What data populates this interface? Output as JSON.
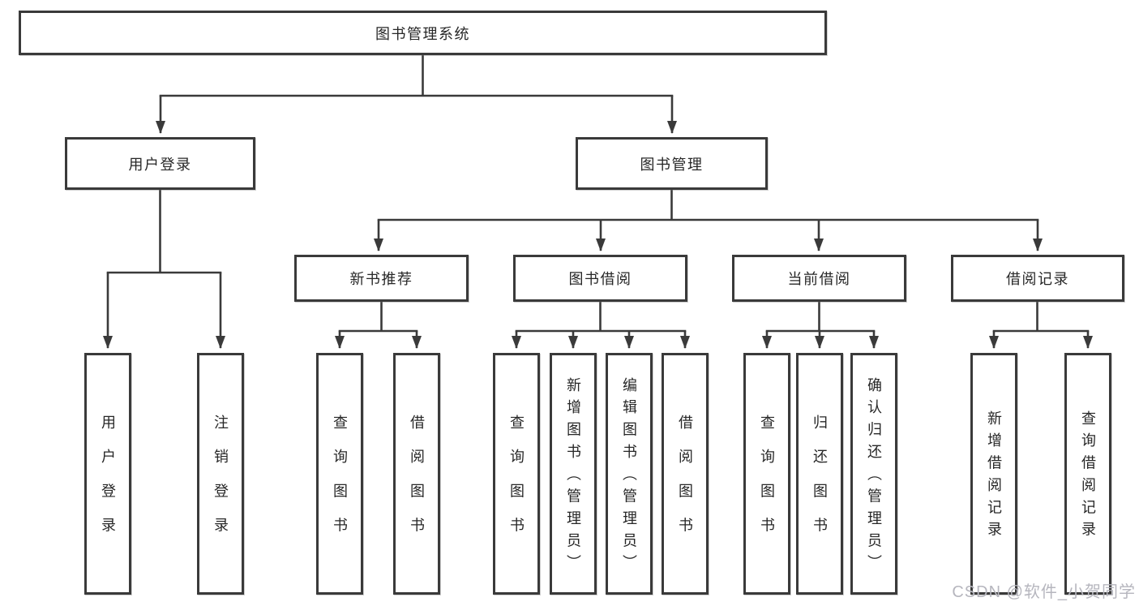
{
  "diagram": {
    "title": "图书管理系统",
    "tree": {
      "root": {
        "label": "图书管理系统"
      },
      "branches": [
        {
          "label": "用户登录",
          "children": [
            {
              "label": "用户登录"
            },
            {
              "label": "注销登录"
            }
          ]
        },
        {
          "label": "图书管理",
          "children": [
            {
              "label": "新书推荐",
              "children": [
                {
                  "label": "查询图书"
                },
                {
                  "label": "借阅图书"
                }
              ]
            },
            {
              "label": "图书借阅",
              "children": [
                {
                  "label": "查询图书"
                },
                {
                  "label": "新增图书（管理员）"
                },
                {
                  "label": "编辑图书（管理员）"
                },
                {
                  "label": "借阅图书"
                }
              ]
            },
            {
              "label": "当前借阅",
              "children": [
                {
                  "label": "查询图书"
                },
                {
                  "label": "归还图书"
                },
                {
                  "label": "确认归还（管理员）"
                }
              ]
            },
            {
              "label": "借阅记录",
              "children": [
                {
                  "label": "新增借阅记录"
                },
                {
                  "label": "查询借阅记录"
                }
              ]
            }
          ]
        }
      ]
    },
    "colors": {
      "line": "#3a3a3a",
      "text": "#272727",
      "watermark": "#b6b6be",
      "background": "#ffffff"
    }
  },
  "watermark": {
    "text": "CSDN @软件_小贺同学"
  }
}
